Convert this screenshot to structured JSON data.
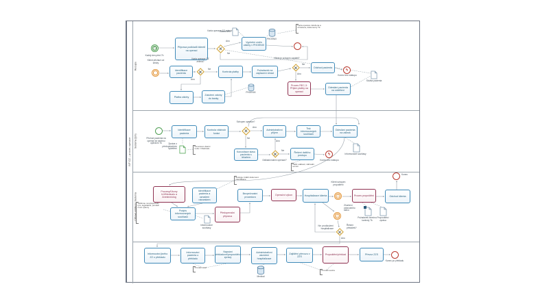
{
  "pool": {
    "label": "IVF CZ – proces operace"
  },
  "lanes": [
    {
      "label": "Recepce"
    },
    {
      "label": "Sesterna (tým)"
    },
    {
      "label": "Lůžkové oddělení / Sesterna"
    },
    {
      "label": ""
    }
  ],
  "flow_labels": {
    "yes": "Ano",
    "no": "Ne"
  },
  "icons": {
    "gateway_x": "×",
    "timer": "◷",
    "escalation": "△",
    "error": "ϟ",
    "subprocess_plus": "+"
  },
  "colors": {
    "task_border": "#3f8ab8",
    "task_text": "#1f5c7a",
    "subprocess": "#8e3050",
    "gateway": "#cf9f30",
    "green": "#4f9e52",
    "orange": "#e2902e",
    "red": "#b8372c",
    "connector": "#97a0a8",
    "db_fill": "#d7e6f2",
    "db_stroke": "#5b87a8",
    "doc_stroke": "#7d98ad",
    "annotation": "#555555"
  },
  "labels": {
    "startA": "Každý den před 7h",
    "taskA1": "Příprava podkladů klientů na operaci",
    "gwA1_q": "Karta operace CZ zelená?",
    "docA1": "Záloha info",
    "taskA2": "Vyplnění změn zálohy v PHOENIX",
    "dbA1": "PHOENIX",
    "annotA1": "Karta operace založena a uhrazena, dokumenty Tk",
    "eventB0": "Klient přichází od sestry",
    "taskB1": "Identifikace pacienta",
    "gwB1_q": "Karta operace CZ zelená?",
    "taskB2": "Kontrola platby",
    "taskB3": "Požadavek na zaplacení úhrad",
    "gwB2_q": "Klient je schopen zaplatit?",
    "taskB4": "Odchod pacienta",
    "endB1": "Konec bez nástupu",
    "taskB5": "Proces REC-3: Příjem platby na operaci",
    "taskB6": "Odeslání pacienta na oddělení",
    "docB1": "Složka pacienta",
    "taskB7": "Platba zálohy",
    "taskB8": "Založení zálohy do banky",
    "dbB": "PHOENIX",
    "startC": "Příchod pacienta na operaci se sestrou operační Tk",
    "taskC1": "Identifikace pacienta",
    "dataC1": "Zpráva o předoperačním vyšetření",
    "annotC1": "Dovezené vlastní nebo z Medicalu",
    "taskC2": "Kontrola vitálních funkcí",
    "gwC1_q": "Schopen operace?",
    "taskC3": "Konzultace stavu pacienta s lékařem",
    "taskC5": "Administrativní příjem",
    "taskC6": "Tisk informovaných souhlasů",
    "taskC7": "Odeslání pacienta na zákrok",
    "docC2": "Informované souhlasy",
    "gwC2_q": "Odklad/zrušení operace?",
    "taskC8": "Řešení dalšího postupu",
    "endC2": "Konec bez nástupu",
    "annotC3": "Další události, náhradní termín",
    "taskD1": "Procesy/Úkony IUI/Medicalu a Anesteziolog",
    "taskD2": "Identifikace pacienta a označení náramkem",
    "taskD3": "Bezpečnostní procedura",
    "taskD4": "Operační výkon",
    "taskD5": "Hospitalizace klienta",
    "evD1": "Klient schopen propuštění",
    "taskD6": "Proces propuštění",
    "taskD7": "Odchod klienta",
    "endD1": "Konec",
    "docD1": "Požadavek termínu kontroly Tk",
    "docD2": "Propouštěcí zpráva",
    "evD2": "Zhoršení zdravotního stavu",
    "gwD1_no": "Ne: prodloužení hospitalizace",
    "gwD1_q": "Řešení překážek?",
    "gwD1_yes": "Ano",
    "taskD8": "Podpis informovaných souhlasů",
    "docD3": "Informované souhlasy",
    "taskD9": "Předoperační příprava",
    "annotD1": "Většinou nový/speciální tým, legislativa, provádí nové výkony",
    "annotD2": "Existuje zvlášť dokument identifikace",
    "taskE1": "Informování jiného ZZ o překladu",
    "taskE2": "Informování pacienta o překladu",
    "taskE3": "Napsání překladové/propouštěcí zprávy",
    "annotE1": "Provádí lékař",
    "taskE4": "Administrativní ukončení hospitalizace",
    "dbE1": "Medical",
    "taskE5": "Zajištění převozu v ZZS",
    "taskE6": "Propuštění/překlad",
    "annotE2": "Provádí sestra",
    "taskE7": "Převoz ZZS",
    "endE1": "Konec po překladu"
  }
}
